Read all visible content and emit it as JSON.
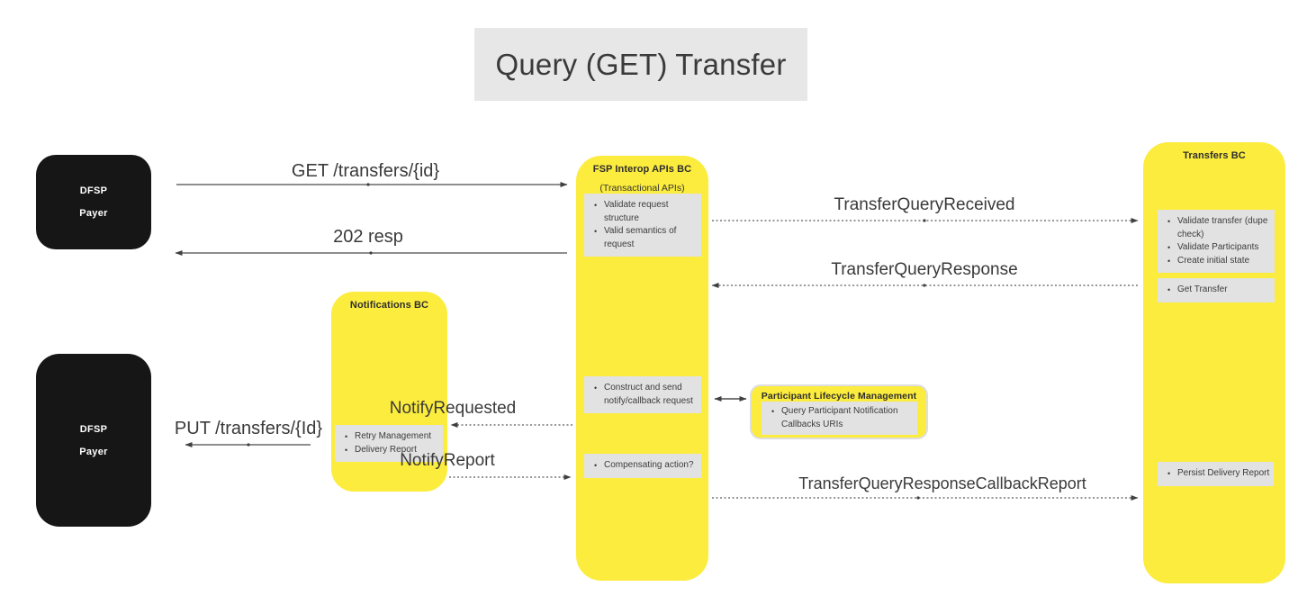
{
  "diagram_title": "Query (GET) Transfer",
  "actors": {
    "payer_top": {
      "name": "DFSP",
      "role": "Payer"
    },
    "payer_bottom": {
      "name": "DFSP",
      "role": "Payer"
    }
  },
  "components": {
    "notifications_bc": {
      "title": "Notifications BC",
      "tasks": [
        "Retry Management",
        "Delivery Report"
      ]
    },
    "fsp_interop_bc": {
      "title": "FSP Interop APIs BC",
      "subtitle": "(Transactional APIs)",
      "validate_tasks": [
        "Validate request structure",
        "Valid semantics of request"
      ],
      "construct_tasks": [
        "Construct and send notify/callback request"
      ],
      "compensate_tasks": [
        "Compensating action?"
      ]
    },
    "participant_lifecycle_management": {
      "title": "Participant Lifecycle Management",
      "tasks": [
        "Query Participant Notification Callbacks URIs"
      ]
    },
    "transfers_bc": {
      "title": "Transfers BC",
      "validate_tasks": [
        "Validate transfer (dupe check)",
        "Validate Participants",
        "Create initial state"
      ],
      "get_tasks": [
        "Get Transfer"
      ],
      "persist_tasks": [
        "Persist Delivery Report"
      ]
    }
  },
  "messages": {
    "get_transfer": "GET /transfers/{id}",
    "resp_202": "202 resp",
    "transfer_query_received": "TransferQueryReceived",
    "transfer_query_response": "TransferQueryResponse",
    "notify_requested": "NotifyRequested",
    "put_transfer": "PUT /transfers/{Id}",
    "notify_report": "NotifyReport",
    "transfer_query_response_callback_report": "TransferQueryResponseCallbackReport"
  },
  "colors": {
    "component_yellow": "#fcec3d",
    "task_gray": "#e2e2e2",
    "actor_black": "#161616",
    "title_background": "#e7e7e7",
    "connector_line": "#464646"
  }
}
